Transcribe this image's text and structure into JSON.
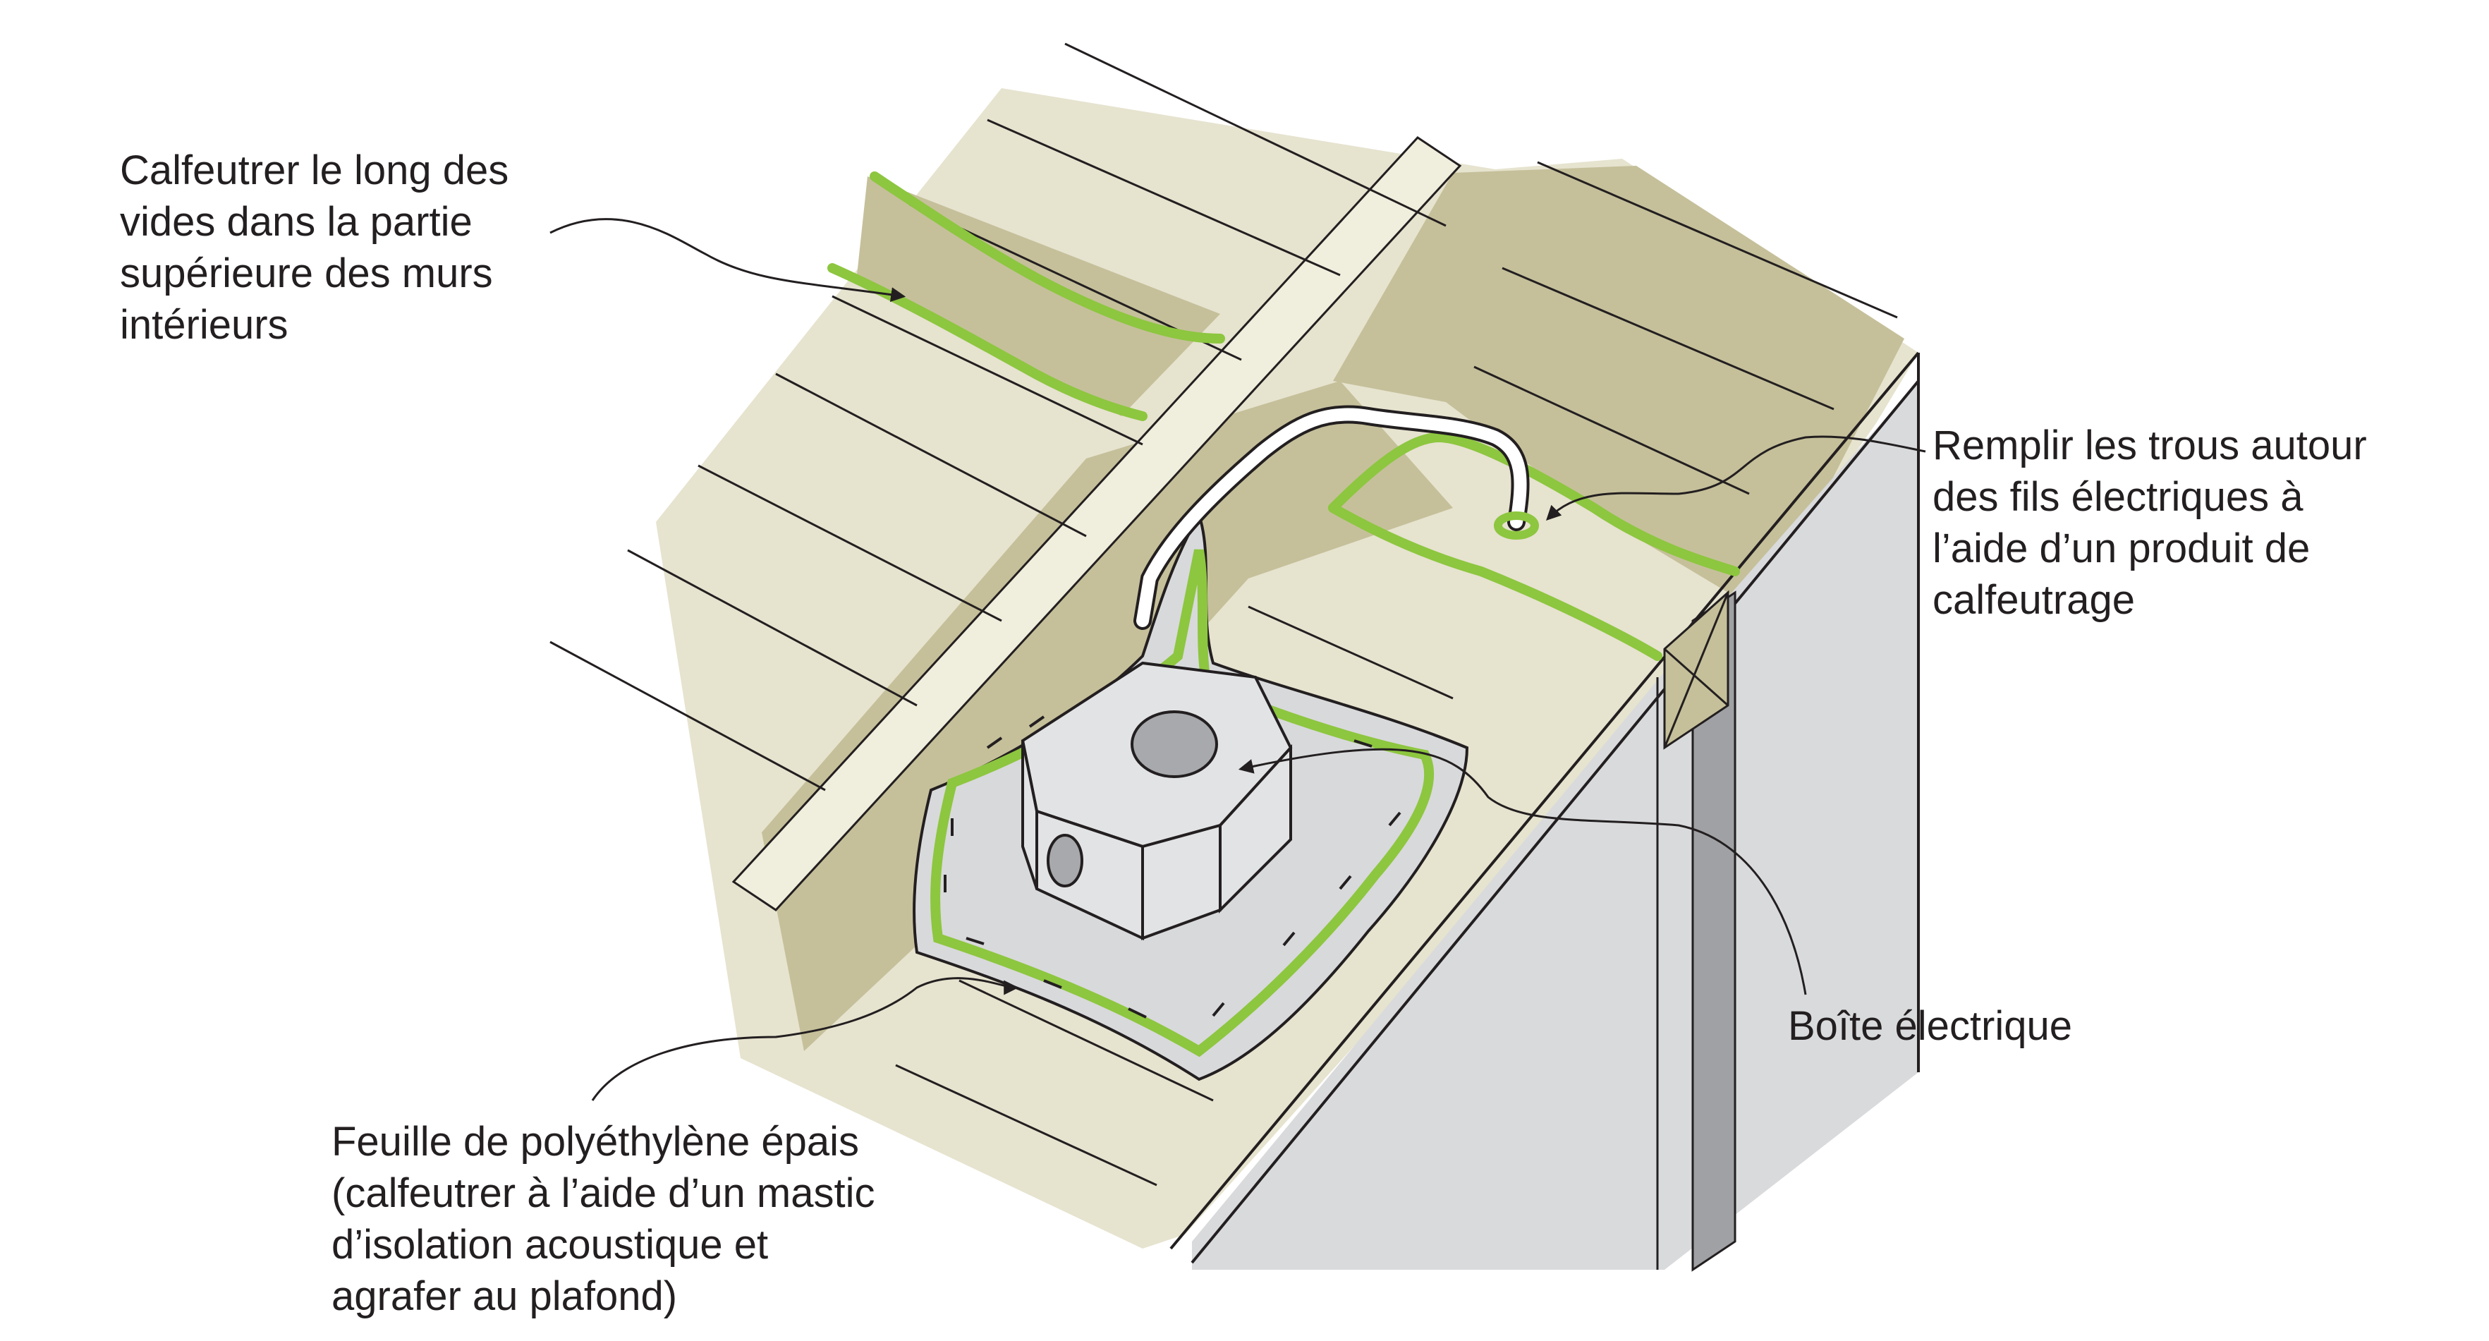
{
  "callouts": {
    "top_left": "Calfeutrer le long des\nvides dans la partie\nsupérieure des murs\nintérieurs",
    "right": "Remplir les trous autour\ndes fils électriques à\nl’aide d’un produit de\ncalfeutrage",
    "box": "Boîte électrique",
    "bottom_left": "Feuille de polyéthylène épais\n(calfeutrer à l’aide d’un mastic\nd’isolation acoustique et\nagrafer au plafond)"
  },
  "colors": {
    "ceiling_panel": "#e6e3cf",
    "top_plate": "#c5c09a",
    "wall_face": "#d9dadc",
    "wall_stud": "#a0a1a4",
    "sealant_green": "#8dc63f",
    "poly_sheet": "#d8d9db",
    "box_face": "#e2e3e5",
    "box_hole": "#a7a9ac",
    "line": "#231f20"
  },
  "icons": {
    "electrical_box": "octagon-box-icon",
    "cable": "cable-icon",
    "arrow": "arrowhead-icon"
  }
}
